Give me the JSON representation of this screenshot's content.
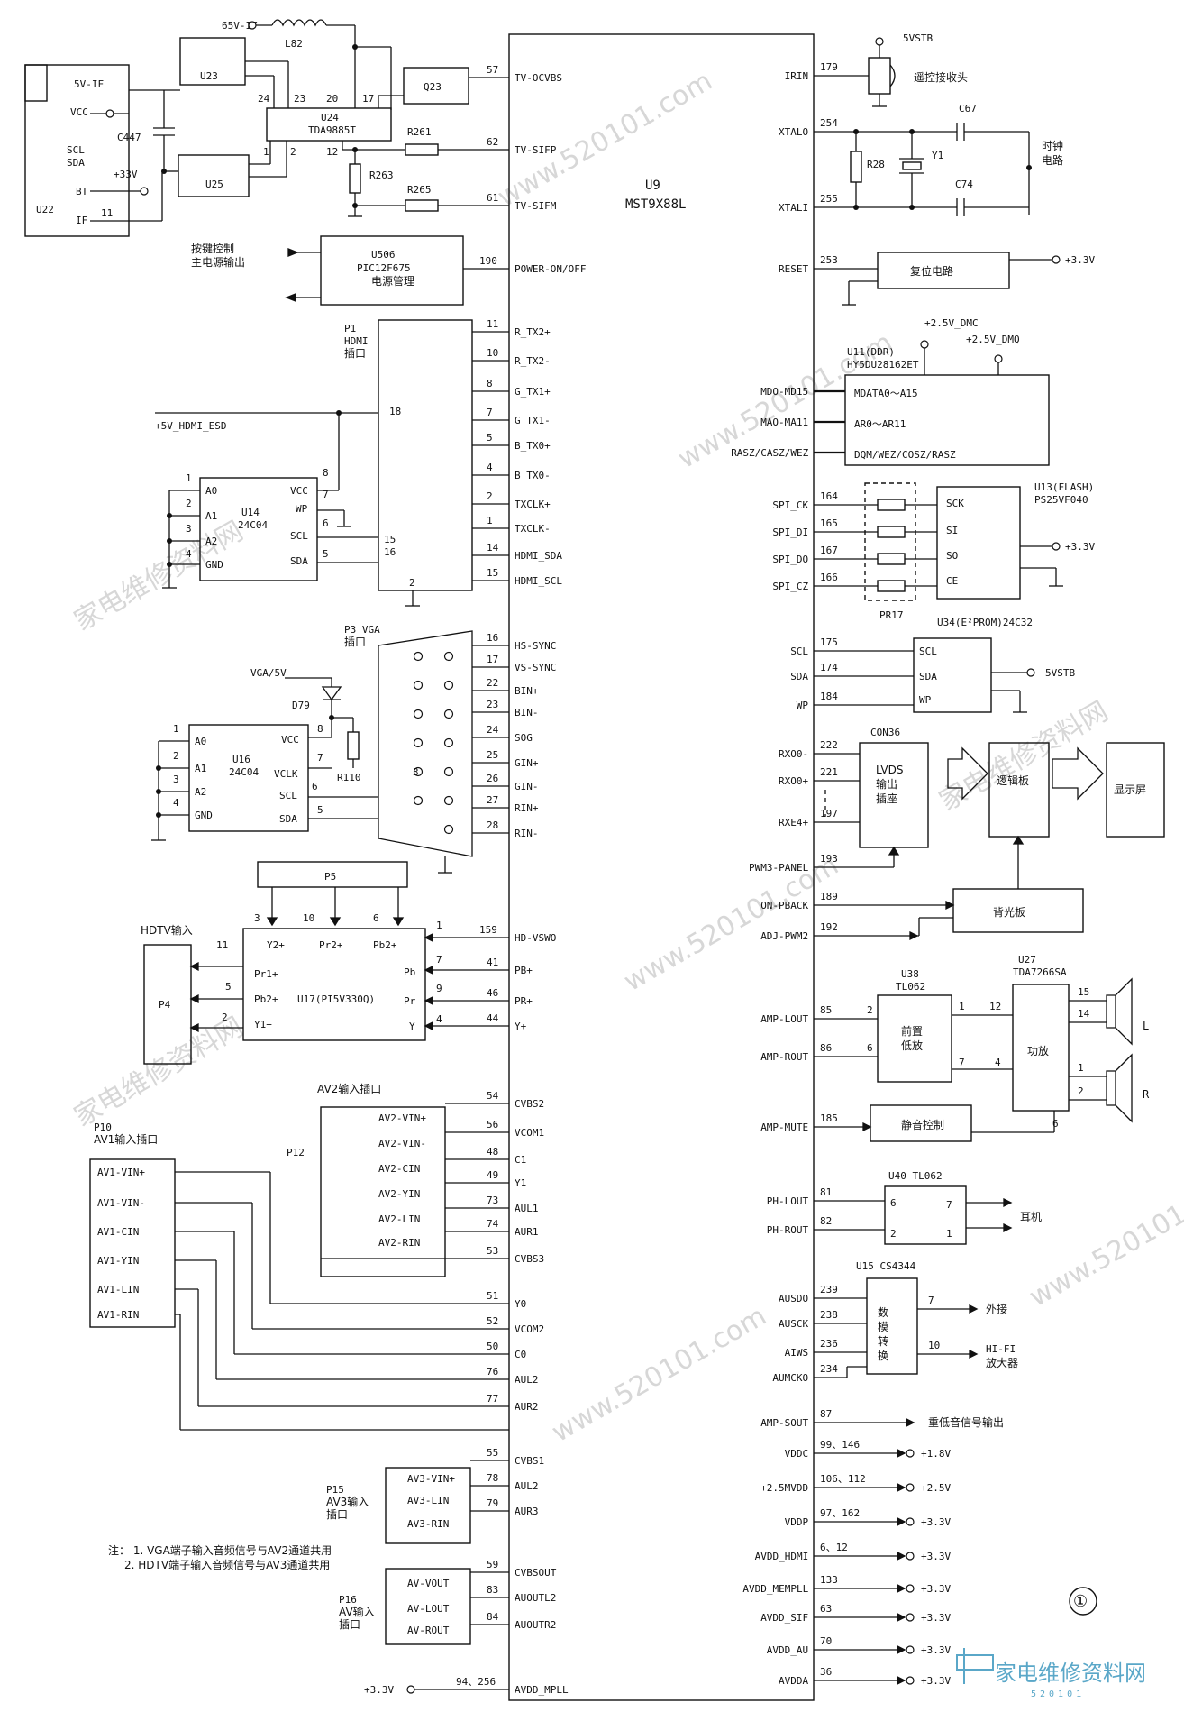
{
  "main_chip": {
    "ref": "U9",
    "part": "MST9X88L"
  },
  "figure_number": "①",
  "watermark": {
    "site": "www.520101.com",
    "brand": "家电维修资料网",
    "domain": "520101"
  },
  "left_pins": [
    {
      "num": "57",
      "name": "TV-OCVBS"
    },
    {
      "num": "62",
      "name": "TV-SIFP"
    },
    {
      "num": "61",
      "name": "TV-SIFM"
    },
    {
      "num": "190",
      "name": "POWER-ON/OFF"
    },
    {
      "num": "11",
      "name": "R_TX2+"
    },
    {
      "num": "10",
      "name": "R_TX2-"
    },
    {
      "num": "8",
      "name": "G_TX1+"
    },
    {
      "num": "7",
      "name": "G_TX1-"
    },
    {
      "num": "5",
      "name": "B_TX0+"
    },
    {
      "num": "4",
      "name": "B_TX0-"
    },
    {
      "num": "2",
      "name": "TXCLK+"
    },
    {
      "num": "1",
      "name": "TXCLK-"
    },
    {
      "num": "14",
      "name": "HDMI_SDA"
    },
    {
      "num": "15",
      "name": "HDMI_SCL"
    },
    {
      "num": "16",
      "name": "HS-SYNC"
    },
    {
      "num": "17",
      "name": "VS-SYNC"
    },
    {
      "num": "22",
      "name": "BIN+"
    },
    {
      "num": "23",
      "name": "BIN-"
    },
    {
      "num": "24",
      "name": "SOG"
    },
    {
      "num": "25",
      "name": "GIN+"
    },
    {
      "num": "26",
      "name": "GIN-"
    },
    {
      "num": "27",
      "name": "RIN+"
    },
    {
      "num": "28",
      "name": "RIN-"
    },
    {
      "num": "159",
      "name": "HD-VSWO"
    },
    {
      "num": "41",
      "name": "PB+"
    },
    {
      "num": "46",
      "name": "PR+"
    },
    {
      "num": "44",
      "name": "Y+"
    },
    {
      "num": "54",
      "name": "CVBS2"
    },
    {
      "num": "56",
      "name": "VCOM1"
    },
    {
      "num": "48",
      "name": "C1"
    },
    {
      "num": "49",
      "name": "Y1"
    },
    {
      "num": "73",
      "name": "AUL1"
    },
    {
      "num": "74",
      "name": "AUR1"
    },
    {
      "num": "53",
      "name": "CVBS3"
    },
    {
      "num": "51",
      "name": "Y0"
    },
    {
      "num": "52",
      "name": "VCOM2"
    },
    {
      "num": "50",
      "name": "C0"
    },
    {
      "num": "76",
      "name": "AUL2"
    },
    {
      "num": "77",
      "name": "AUR2"
    },
    {
      "num": "55",
      "name": "CVBS1"
    },
    {
      "num": "78",
      "name": "AUL2"
    },
    {
      "num": "79",
      "name": "AUR3"
    },
    {
      "num": "59",
      "name": "CVBSOUT"
    },
    {
      "num": "83",
      "name": "AUOUTL2"
    },
    {
      "num": "84",
      "name": "AUOUTR2"
    },
    {
      "num": "94、256",
      "name": "AVDD_MPLL"
    }
  ],
  "right_pins": [
    {
      "num": "179",
      "name": "IRIN"
    },
    {
      "num": "254",
      "name": "XTALO"
    },
    {
      "num": "255",
      "name": "XTALI"
    },
    {
      "num": "253",
      "name": "RESET"
    },
    {
      "num": "",
      "name": "MDO-MD15"
    },
    {
      "num": "",
      "name": "MAO-MA11"
    },
    {
      "num": "",
      "name": "RASZ/CASZ/WEZ"
    },
    {
      "num": "164",
      "name": "SPI_CK"
    },
    {
      "num": "165",
      "name": "SPI_DI"
    },
    {
      "num": "167",
      "name": "SPI_DO"
    },
    {
      "num": "166",
      "name": "SPI_CZ"
    },
    {
      "num": "175",
      "name": "SCL"
    },
    {
      "num": "174",
      "name": "SDA"
    },
    {
      "num": "184",
      "name": "WP"
    },
    {
      "num": "222",
      "name": "RXO0-"
    },
    {
      "num": "221",
      "name": "RXO0+"
    },
    {
      "num": "197",
      "name": "RXE4+"
    },
    {
      "num": "193",
      "name": "PWM3-PANEL"
    },
    {
      "num": "189",
      "name": "ON-PBACK"
    },
    {
      "num": "192",
      "name": "ADJ-PWM2"
    },
    {
      "num": "85",
      "name": "AMP-LOUT"
    },
    {
      "num": "86",
      "name": "AMP-ROUT"
    },
    {
      "num": "185",
      "name": "AMP-MUTE"
    },
    {
      "num": "81",
      "name": "PH-LOUT"
    },
    {
      "num": "82",
      "name": "PH-ROUT"
    },
    {
      "num": "239",
      "name": "AUSDO"
    },
    {
      "num": "238",
      "name": "AUSCK"
    },
    {
      "num": "236",
      "name": "AIWS"
    },
    {
      "num": "234",
      "name": "AUMCKO"
    },
    {
      "num": "87",
      "name": "AMP-SOUT"
    },
    {
      "num": "99、146",
      "name": "VDDC"
    },
    {
      "num": "106、112",
      "name": "+2.5MVDD"
    },
    {
      "num": "97、162",
      "name": "VDDP"
    },
    {
      "num": "6、12",
      "name": "AVDD_HDMI"
    },
    {
      "num": "133",
      "name": "AVDD_MEMPLL"
    },
    {
      "num": "63",
      "name": "AVDD_SIF"
    },
    {
      "num": "70",
      "name": "AVDD_AU"
    },
    {
      "num": "36",
      "name": "AVDDA"
    }
  ],
  "tuner": {
    "u22": "U22",
    "vcc": "VCC",
    "scl": "SCL",
    "sda": "SDA",
    "bt": "BT",
    "if": "IF",
    "pin11": "11",
    "v5if": "5V-IF",
    "v65": "65V-IF",
    "v33": "+33V",
    "l82": "L82",
    "c447": "C447",
    "u23": "U23",
    "u24": "U24",
    "u24p": "TDA9885T",
    "u25": "U25",
    "q23": "Q23",
    "r261": "R261",
    "r263": "R263",
    "r265": "R265",
    "p24": "24",
    "p23": "23",
    "p20": "20",
    "p17": "17",
    "p1": "1",
    "p2": "2",
    "p12": "12"
  },
  "power_mgr": {
    "ref": "U506",
    "part": "PIC12F675",
    "desc": "电源管理",
    "key": "按键控制",
    "main": "主电源输出"
  },
  "hdmi": {
    "ref": "P1",
    "title": "HDMI",
    "sub": "插口",
    "pin18": "18",
    "pin2": "2",
    "esd": "+5V_HDMI_ESD"
  },
  "u14": {
    "ref": "U14",
    "part": "24C04",
    "a0": "A0",
    "a1": "A1",
    "a2": "A2",
    "gnd": "GND",
    "vcc": "VCC",
    "wp": "WP",
    "scl": "SCL",
    "sda": "SDA",
    "p1": "1",
    "p2": "2",
    "p3": "3",
    "p4": "4",
    "p8": "8",
    "p7": "7",
    "p6": "6",
    "p5": "5",
    "p15": "15",
    "p16": "16"
  },
  "vga": {
    "ref": "P3 VGA",
    "sub": "插口",
    "vga5": "VGA/5V",
    "d79": "D79",
    "r110": "R110",
    "n3": "3"
  },
  "u16": {
    "ref": "U16",
    "part": "24C04",
    "a0": "A0",
    "a1": "A1",
    "a2": "A2",
    "gnd": "GND",
    "vcc": "VCC",
    "vclk": "VCLK",
    "scl": "SCL",
    "sda": "SDA",
    "p1": "1",
    "p2": "2",
    "p3": "3",
    "p4": "4",
    "p8": "8",
    "p7": "7",
    "p6": "6",
    "p5": "5"
  },
  "hdtv": {
    "p5": "P5",
    "p5_3": "3",
    "p5_10": "10",
    "p5_6": "6",
    "title": "HDTV输入",
    "p4": "P4",
    "u17": "U17(PI5V330Q)",
    "y2": "Y2+",
    "pr2": "Pr2+",
    "pb2": "Pb2+",
    "pr1": "Pr1+",
    "pb2b": "Pb2+",
    "y1": "Y1+",
    "pb": "Pb",
    "pr": "Pr",
    "y": "Y",
    "n11": "11",
    "n5": "5",
    "n2": "2",
    "n7": "7",
    "n9": "9",
    "n4": "4",
    "n1": "1"
  },
  "av2": {
    "title": "AV2输入插口",
    "p12": "P12",
    "pins": [
      "AV2-VIN+",
      "AV2-VIN-",
      "AV2-CIN",
      "AV2-YIN",
      "AV2-LIN",
      "AV2-RIN"
    ]
  },
  "av1": {
    "ref": "P10",
    "title": "AV1输入插口",
    "pins": [
      "AV1-VIN+",
      "AV1-VIN-",
      "AV1-CIN",
      "AV1-YIN",
      "AV1-LIN",
      "AV1-RIN"
    ]
  },
  "av3": {
    "ref": "P15",
    "title": "AV3输入",
    "sub": "插口",
    "pins": [
      "AV3-VIN+",
      "AV3-LIN",
      "AV3-RIN"
    ]
  },
  "avout": {
    "ref": "P16",
    "title": "AV输入",
    "sub": "插口",
    "pins": [
      "AV-VOUT",
      "AV-LOUT",
      "AV-ROUT"
    ]
  },
  "notes": [
    "注： 1. VGA端子输入音频信号与AV2通道共用",
    "2. HDTV端子输入音频信号与AV3通道共用"
  ],
  "vsupply": "+3.3V",
  "ir": {
    "supply": "5VSTB",
    "label": "遥控接收头"
  },
  "clock": {
    "c67": "C67",
    "r28": "R28",
    "y1": "Y1",
    "c74": "C74",
    "label1": "时钟",
    "label2": "电路"
  },
  "reset": {
    "label": "复位电路",
    "v": "+3.3V"
  },
  "ddr": {
    "ref": "U11(DDR)",
    "part": "HY5DU28162ET",
    "v1": "+2.5V_DMC",
    "v2": "+2.5V_DMQ",
    "s1": "MDATA0～A15",
    "s2": "AR0～AR11",
    "s3": "DQM/WEZ/COSZ/RASZ"
  },
  "flash": {
    "ref": "U13(FLASH)",
    "part": "PS25VF040",
    "sck": "SCK",
    "si": "SI",
    "so": "SO",
    "ce": "CE",
    "v": "+3.3V",
    "pr17": "PR17"
  },
  "eeprom": {
    "ref": "U34(E²PROM)24C32",
    "scl": "SCL",
    "sda": "SDA",
    "wp": "WP",
    "v": "5VSTB"
  },
  "lvds": {
    "con": "CON36",
    "l1": "LVDS",
    "l2": "输出",
    "l3": "插座",
    "logic": "逻辑板",
    "screen": "显示屏",
    "backlight": "背光板"
  },
  "amp": {
    "u38": "U38",
    "u38p": "TL062",
    "pre1": "前置",
    "pre2": "低放",
    "u27": "U27",
    "u27p": "TDA7266SA",
    "pa": "功放",
    "mute": "静音控制",
    "n2": "2",
    "n6": "6",
    "n1": "1",
    "n7": "7",
    "n12": "12",
    "n4": "4",
    "n15": "15",
    "n14": "14",
    "na1": "1",
    "na2": "2",
    "na6": "6",
    "L": "L",
    "R": "R"
  },
  "phone": {
    "u40": "U40 TL062",
    "n6": "6",
    "n2": "2",
    "n7": "7",
    "n1": "1",
    "label": "耳机"
  },
  "dac": {
    "ref": "U15 CS4344",
    "d1": "数",
    "d2": "模",
    "d3": "转",
    "d4": "换",
    "n7": "7",
    "n10": "10",
    "ext": "外接",
    "hifi1": "HI-FI",
    "hifi2": "放大器"
  },
  "sub_out": "重低音信号输出",
  "supplies": [
    "+1.8V",
    "+2.5V",
    "+3.3V",
    "+3.3V",
    "+3.3V",
    "+3.3V",
    "+3.3V",
    "+3.3V"
  ]
}
